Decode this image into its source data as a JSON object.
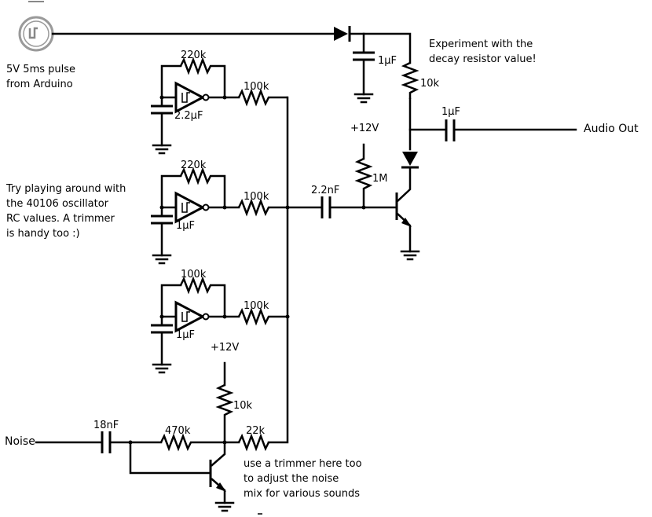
{
  "source": {
    "text": "5V 5ms pulse\nfrom Arduino"
  },
  "oscillators": [
    {
      "feedback_resistor": "220k",
      "capacitor": "2.2µF",
      "output_resistor": "100k"
    },
    {
      "feedback_resistor": "220k",
      "capacitor": "1µF",
      "output_resistor": "100k"
    },
    {
      "feedback_resistor": "100k",
      "capacitor": "1µF",
      "output_resistor": "100k"
    }
  ],
  "components": {
    "c_pulse": "1µF",
    "r_decay": "10k",
    "c_out": "1µF",
    "r_bias": "1M",
    "c_couple": "2.2nF",
    "c_noise": "18nF",
    "r_noise_base": "470k",
    "r_noise_col": "10k",
    "r_noise_mix": "22k"
  },
  "rails": {
    "supply_top": "+12V",
    "supply_bottom": "+12V"
  },
  "labels": {
    "audio_out": "Audio Out",
    "noise_in": "Noise"
  },
  "notes": {
    "decay": "Experiment with the\ndecay resistor value!",
    "oscillator": "Try playing around with\nthe 40106 oscillator\nRC values. A trimmer\nis handy too :)",
    "noise": "use a trimmer here too\nto adjust the noise\nmix for various sounds"
  }
}
